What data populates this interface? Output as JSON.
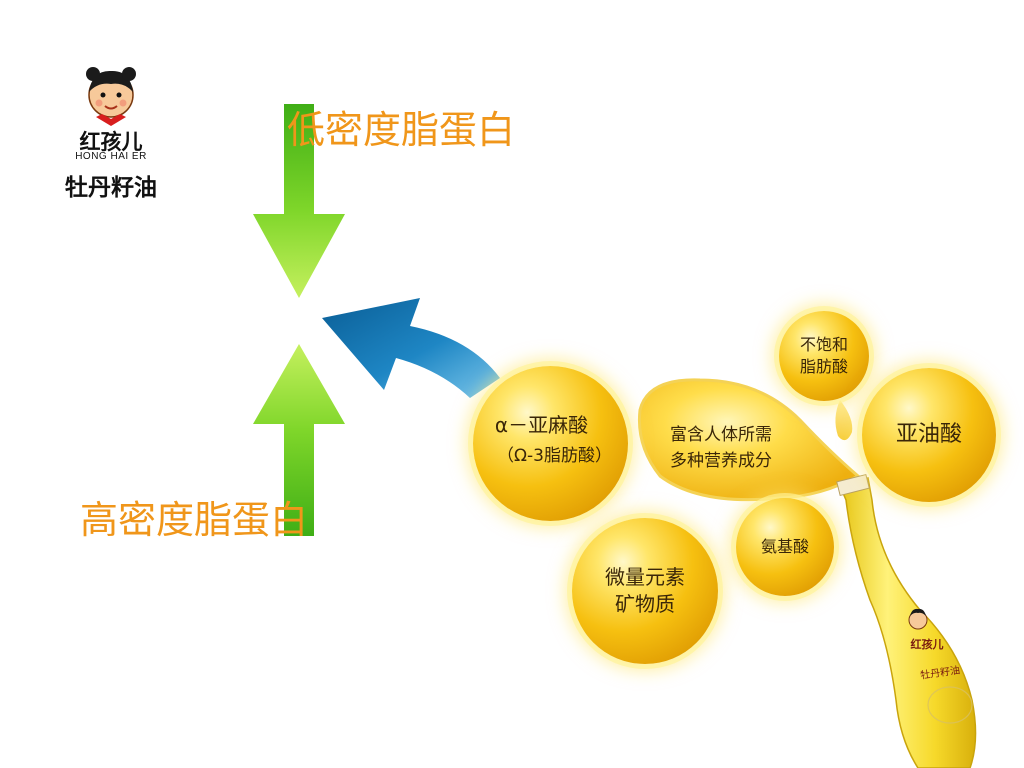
{
  "logo": {
    "brand_cn": "红孩儿",
    "brand_en": "HONG HAI ER",
    "product": "牡丹籽油"
  },
  "titles": {
    "ldl": "低密度脂蛋白",
    "hdl": "高密度脂蛋白"
  },
  "bubbles": {
    "alpha_line1": "α－亚麻酸",
    "alpha_line2": "（Ω-3脂肪酸）",
    "unsat_line1": "不饱和",
    "unsat_line2": "脂肪酸",
    "linoleic": "亚油酸",
    "amino": "氨基酸",
    "trace_line1": "微量元素",
    "trace_line2": "矿物质"
  },
  "drop": {
    "line1": "富含人体所需",
    "line2": "多种营养成分"
  },
  "bottle": {
    "brand_cn": "红孩儿",
    "product": "牡丹籽油"
  },
  "colors": {
    "title_orange": "#f0961a",
    "arrow_green": "#5bc21c",
    "arrow_blue": "#0d6fae",
    "oil_gold": "#f6c010"
  }
}
